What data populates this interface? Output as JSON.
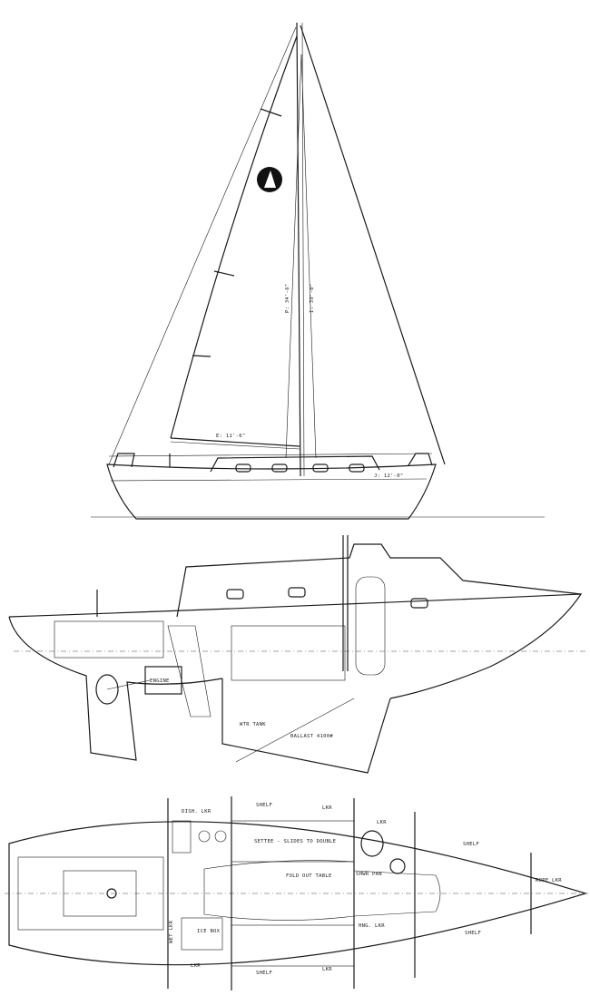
{
  "sail_plan": {
    "labels": {
      "p": "P: 34'-6\"",
      "i": "I: 39'-0\"",
      "e": "E: 11'-6\"",
      "j": "J: 12'-0\""
    },
    "logo": "sailboat-logo"
  },
  "profile": {
    "labels": {
      "water_tank": "WTR TANK",
      "ballast": "BALLAST 4100#",
      "engine": "ENGINE"
    }
  },
  "accommodation_plan": {
    "labels": {
      "dish_locker": "DISH. LKR",
      "shelf_top": "SHELF",
      "locker_top_small": "LKR",
      "locker_top_fwd": "LKR",
      "settee": "SETTEE - SLIDES TO DOUBLE",
      "table": "FOLD OUT TABLE",
      "shower_pan": "SHWR PAN",
      "shelf_fwd_top": "SHELF",
      "rope_locker": "ROPE LKR",
      "shelf_fwd_bottom": "SHELF",
      "hanging_locker": "HNG. LKR",
      "wet_locker": "WET LKR",
      "ice_box": "ICE BOX",
      "locker_bottom": "LKR",
      "shelf_bottom": "SHELF",
      "locker_bottom_small": "LKR"
    }
  }
}
